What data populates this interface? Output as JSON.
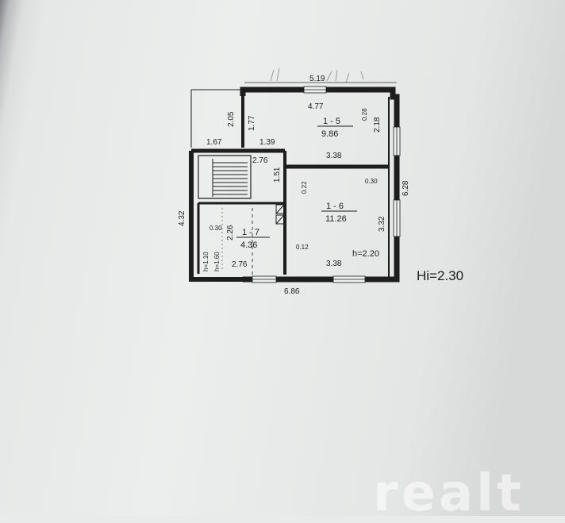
{
  "plan": {
    "dimensions": {
      "top_overall": "5.19",
      "top_inner": "4.77",
      "left_short": "2.05",
      "left_inner_top": "1.77",
      "balcony_width": "1.67",
      "corridor_width": "1.39",
      "room5_depth": "2.18",
      "room5_wall": "0.28",
      "room5_bottom": "3.38",
      "stair_width": "2.76",
      "stair_depth": "1.51",
      "room6_wall_left": "0.22",
      "room6_wall_top": "0.30",
      "room6_right_outer": "6.28",
      "left_overall": "4.32",
      "room7_wall": "0.30",
      "room7_height": "2.26",
      "room7_width": "2.76",
      "room6_depth": "3.32",
      "wall_thickness_mid": "0.12",
      "room6_width": "3.38",
      "bottom_overall": "6.86"
    },
    "rooms": [
      {
        "id": "1 - 5",
        "area": "9.86"
      },
      {
        "id": "1 - 6",
        "area": "11.26",
        "height": "h=2.20"
      },
      {
        "id": "1 - 7",
        "area": "4.36"
      }
    ],
    "notes": {
      "h_low": "h=1.10",
      "h_mid": "h=1.60"
    }
  },
  "hi_label": "Hi=2.30",
  "watermark": "realt",
  "colors": {
    "ink": "#1d1d1d",
    "paper": "#eceeed"
  }
}
